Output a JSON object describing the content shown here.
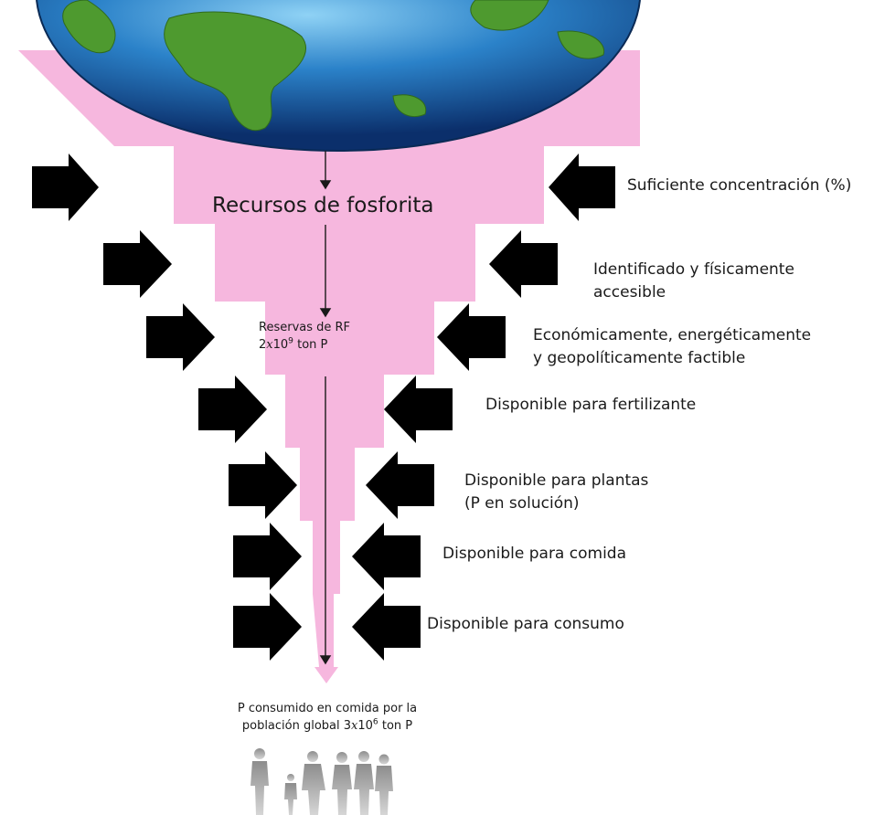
{
  "funnel": {
    "title": "Recursos de fosforita",
    "reserves": {
      "line1": "Reservas de RF",
      "coef": "2",
      "var": "x",
      "base": "10",
      "exp": "9",
      "unit": " ton P"
    },
    "outcome": {
      "line1": "P consumido en comida por la",
      "prefix": "población global 3",
      "var": "x",
      "base": "10",
      "exp": "6",
      "unit": " ton P"
    }
  },
  "filters": [
    {
      "lines": [
        "Suficiente concentración (%)"
      ]
    },
    {
      "lines": [
        "Identificado y físicamente",
        "accesible"
      ]
    },
    {
      "lines": [
        "Económicamente, energéticamente",
        "y geopolíticamente factible"
      ]
    },
    {
      "lines": [
        "Disponible para fertilizante"
      ]
    },
    {
      "lines": [
        "Disponible para plantas",
        " (P en solución)"
      ]
    },
    {
      "lines": [
        "Disponible para comida"
      ]
    },
    {
      "lines": [
        "Disponible para consumo"
      ]
    }
  ],
  "colors": {
    "funnel": "#f6b7de",
    "arrow": "#000000",
    "ocean": "#1f6fb8",
    "land": "#4e9a2f",
    "people": "#9a9a9a"
  },
  "icons": [
    "globe-icon",
    "right-arrow-icon",
    "left-arrow-icon",
    "people-icon"
  ]
}
